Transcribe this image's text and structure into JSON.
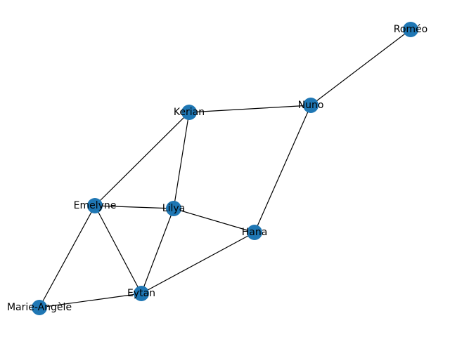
{
  "graph": {
    "node_color": "#1f77b4",
    "edge_color": "#000000",
    "nodes": [
      {
        "id": "romeo",
        "label": "Roméo"
      },
      {
        "id": "nuno",
        "label": "Nuno"
      },
      {
        "id": "kerian",
        "label": "Kerian"
      },
      {
        "id": "emelyne",
        "label": "Emelyne"
      },
      {
        "id": "lilya",
        "label": "Lilya"
      },
      {
        "id": "hana",
        "label": "Hana"
      },
      {
        "id": "eytan",
        "label": "Eytan"
      },
      {
        "id": "marie",
        "label": "Marie-Angèle"
      }
    ],
    "edges": [
      [
        "romeo",
        "nuno"
      ],
      [
        "nuno",
        "kerian"
      ],
      [
        "nuno",
        "hana"
      ],
      [
        "kerian",
        "emelyne"
      ],
      [
        "kerian",
        "lilya"
      ],
      [
        "emelyne",
        "lilya"
      ],
      [
        "emelyne",
        "eytan"
      ],
      [
        "emelyne",
        "marie"
      ],
      [
        "lilya",
        "hana"
      ],
      [
        "lilya",
        "eytan"
      ],
      [
        "hana",
        "eytan"
      ],
      [
        "eytan",
        "marie"
      ]
    ]
  }
}
